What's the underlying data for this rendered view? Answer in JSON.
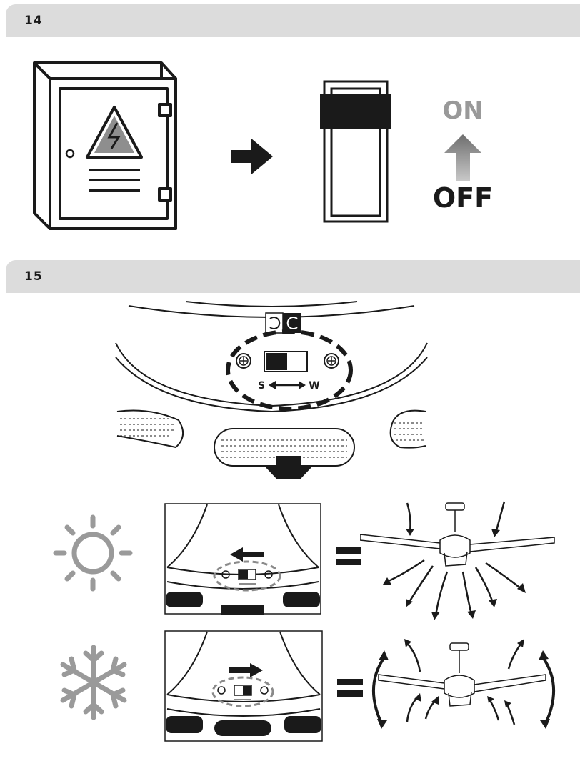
{
  "steps": [
    {
      "number": "14"
    },
    {
      "number": "15"
    }
  ],
  "power_switch": {
    "on_label": "ON",
    "off_label": "OFF"
  },
  "fan_switch": {
    "s_label": "S",
    "w_label": "W"
  },
  "modes": [
    {
      "name": "summer",
      "icon": "sun-icon",
      "airflow": "downward"
    },
    {
      "name": "winter",
      "icon": "snowflake-icon",
      "airflow": "upward"
    }
  ],
  "colors": {
    "header_bar": "#dcdcdc",
    "ink": "#1a1a1a",
    "arrow_gray": "#7a7a7a",
    "icon_gray": "#9a9a9a"
  }
}
